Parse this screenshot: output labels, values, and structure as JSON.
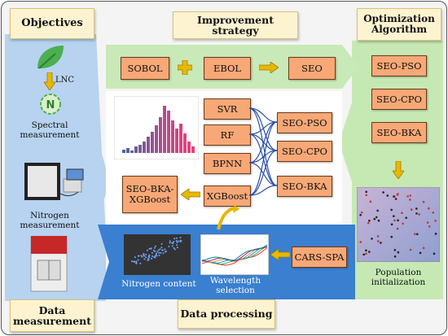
{
  "titles": {
    "objectives": "Objectives",
    "improvement": "Improvement strategy",
    "optimization": "Optimization Algorithm",
    "data_measurement": "Data measurement",
    "data_processing": "Data processing"
  },
  "left": {
    "lnc": "LNC",
    "spectral": "Spectral measurement",
    "nitrogen": "Nitrogen measurement"
  },
  "strategy": {
    "sobol": "SOBOL",
    "ebol": "EBOL",
    "seo": "SEO"
  },
  "models": [
    "SVR",
    "RF",
    "BPNN",
    "XGBoost"
  ],
  "hybrids": [
    "SEO-PSO",
    "SEO-CPO",
    "SEO-BKA"
  ],
  "final": "SEO-BKA-XGBoost",
  "optim": [
    "SEO-PSO",
    "SEO-CPO",
    "SEO-BKA"
  ],
  "population": "Population initialization",
  "processing": {
    "cars_spa": "CARS-SPA",
    "nitrogen_content": "Nitrogen content",
    "wavelength": "Wavelength selection"
  },
  "colors": {
    "orange_box": "#f7a876",
    "left_panel": "#b7d3f0",
    "right_panel": "#c6e9b4",
    "bottom_panel": "#3a7fd0",
    "arrow": "#e8b800"
  }
}
